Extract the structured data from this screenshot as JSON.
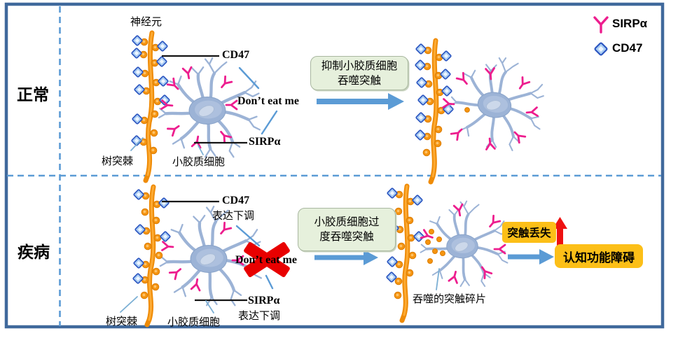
{
  "colors": {
    "frame_border": "#40699c",
    "dashed_divider": "#5b9bd5",
    "arrow_blue": "#5b9bd5",
    "green_box_bg": "#e6f0dc",
    "orange_box_bg": "#fcbf18",
    "alert_red": "#ee1111",
    "sirpa_pink": "#ed1d8e",
    "cd47_blue": "#2b55c0",
    "dendrite_orange": "#ef8b06",
    "microglia_blue": "#9cb3d6"
  },
  "legend": {
    "sirpa_label": "SIRPα",
    "cd47_label": "CD47"
  },
  "rows": {
    "normal_label": "正常",
    "disease_label": "疾病"
  },
  "normal_panel": {
    "neuron_label": "神经元",
    "cd47_label": "CD47",
    "dont_eat_me_label": "Don’t eat me",
    "sirpa_label": "SIRPα",
    "spine_label": "树突棘",
    "microglia_label": "小胶质细胞",
    "process_box_line1": "抑制小胶质细胞",
    "process_box_line2": "吞噬突触"
  },
  "disease_panel": {
    "cd47_label": "CD47",
    "cd47_sub_label": "表达下调",
    "dont_eat_me_label": "Don’t eat me",
    "sirpa_label": "SIRPα",
    "sirpa_sub_label": "表达下调",
    "spine_label": "树突棘",
    "microglia_label": "小胶质细胞",
    "process_box_line1": "小胶质细胞过",
    "process_box_line2": "度吞噬突触",
    "fragments_label": "吞噬的突触碎片",
    "synapse_loss_label": "突触丢失",
    "cognitive_label": "认知功能障碍"
  }
}
